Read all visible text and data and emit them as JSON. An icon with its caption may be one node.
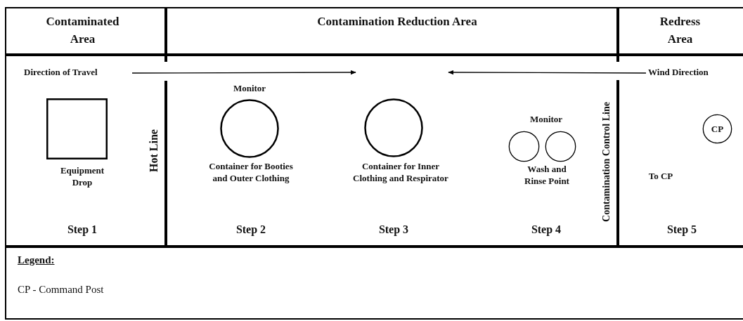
{
  "diagram": {
    "nodes": [
      {
        "text": [
          "Contaminated Area"
        ]
      },
      {
        "text": [
          "Contamination Reduction Area"
        ]
      },
      {
        "text": [
          "Redress Area"
        ]
      },
      {
        "text": [],
        "shape": "box",
        "beside": [
          "Equipment Drop"
        ]
      },
      {
        "text": [],
        "shape": "circle",
        "beside": [
          "Monitor",
          "Container for Booties and Outer Clothing"
        ]
      },
      {
        "text": [],
        "shape": "circle",
        "beside": [
          "Container for Inner Clothing and Respirator"
        ]
      },
      {
        "text": [],
        "shape": "circle"
      },
      {
        "text": [],
        "shape": "circle"
      },
      {
        "text": [
          "CP"
        ]
      },
      {
        "text": [
          "Direction of Travel"
        ]
      },
      {
        "text": [
          "Wind Direction"
        ]
      }
    ],
    "edges": [
      {
        "from": 9,
        "to": null,
        "arrow": "to"
      },
      {
        "from": 10,
        "to": null,
        "arrow": "to"
      }
    ],
    "labels": [
      "Hot Line",
      "Monitor",
      "Wash and Rinse Point",
      "Contamination Control Line",
      "To CP",
      "Step 1",
      "Step 2",
      "Step 3",
      "Step 4",
      "Step 5",
      "Legend:",
      "CP - Command Post"
    ]
  }
}
